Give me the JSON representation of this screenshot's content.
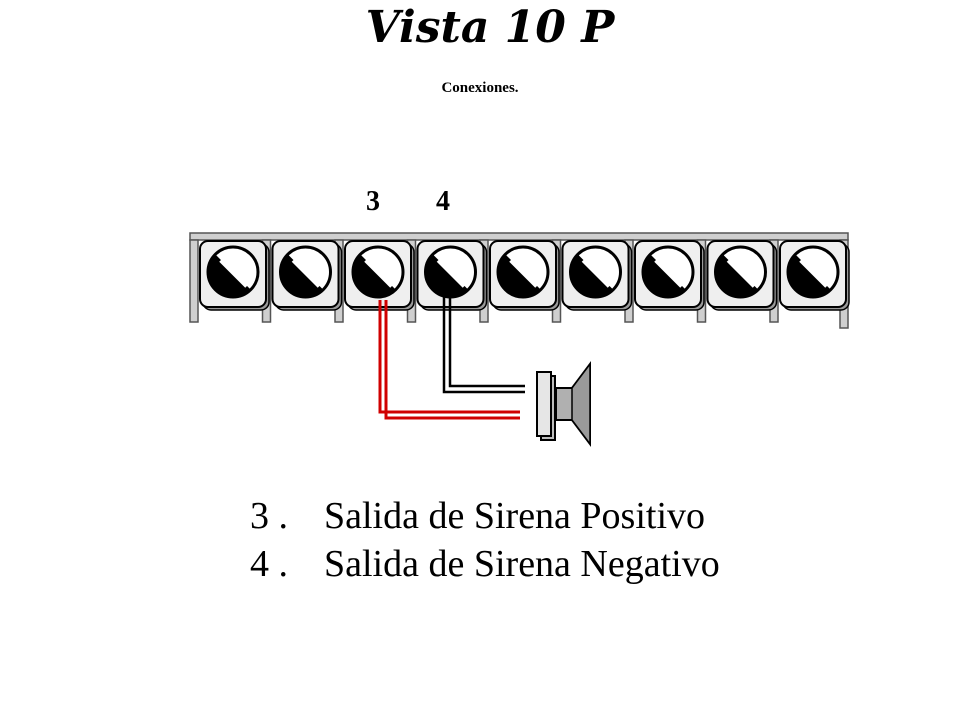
{
  "header": {
    "title": "Vista 10 P",
    "subtitle": "Conexiones."
  },
  "terminals": {
    "count": 9,
    "pin_labels": [
      "3",
      "4"
    ]
  },
  "wires": {
    "positive_color": "#d00000",
    "negative_color": "#000000"
  },
  "legend": [
    {
      "num": "3 .",
      "text": "Salida de Sirena Positivo"
    },
    {
      "num": "4 .",
      "text": "Salida de Sirena Negativo"
    }
  ]
}
